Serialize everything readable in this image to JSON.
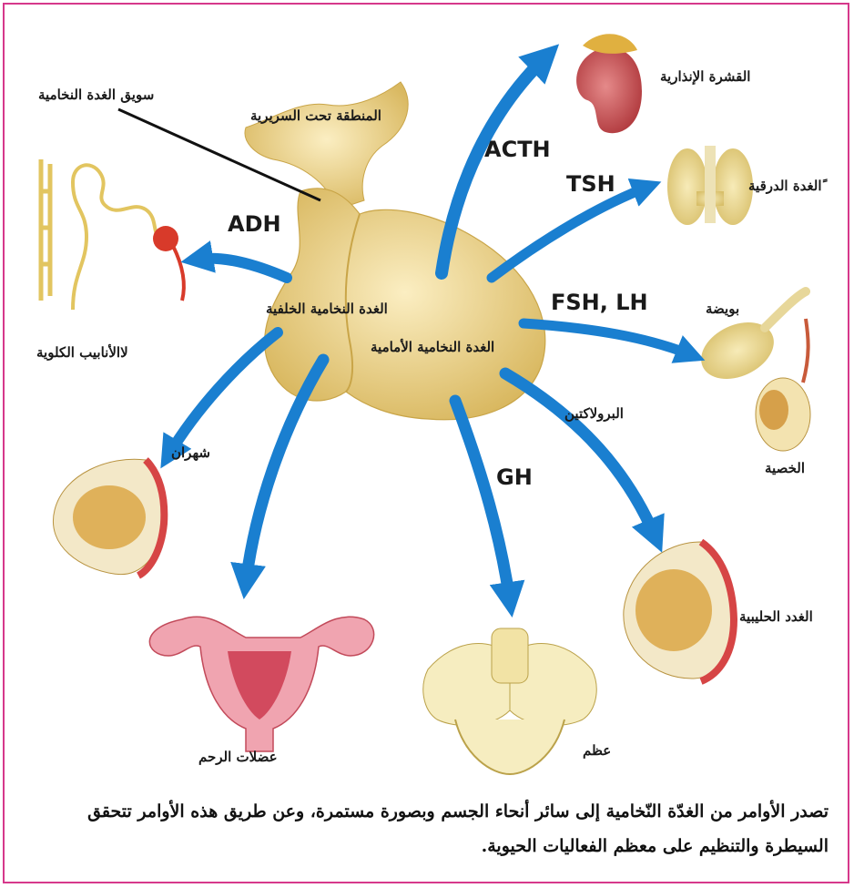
{
  "colors": {
    "frame": "#d6388b",
    "arrow": "#1a7fd0",
    "gland": "#efd896"
  },
  "labels": {
    "pituitary_stalk": "سويق الغدة النخامية",
    "hypothalamus": "المنطقة تحت السريرية",
    "adrenal_cortex": "القشرة الإنذارية",
    "thyroid": "ًالغدة الدرقية",
    "posterior_pituitary": "الغدة النخامية الخلفية",
    "anterior_pituitary": "الغدة النخامية الأمامية",
    "kidney_tubules": "لاالأنابيب الكلوية",
    "ovary": "بويضة",
    "testis": "الخصية",
    "prolactin": "البرولاكتين",
    "breasts": "شهران",
    "mammary_glands": "الغدد الحليبية",
    "uterus_muscles": "عضلات الرحم",
    "bone": "عظم"
  },
  "hormones": {
    "acth": "ACTH",
    "tsh": "TSH",
    "adh": "ADH",
    "fsh_lh": "FSH, LH",
    "gh": "GH"
  },
  "caption": "تصدر الأوامر من الغدّة النّخامية إلى سائر أنحاء الجسم وبصورة مستمرة، وعن طريق هذه الأوامر تتحقق السيطرة والتنظيم على معظم الفعاليات الحيوية."
}
